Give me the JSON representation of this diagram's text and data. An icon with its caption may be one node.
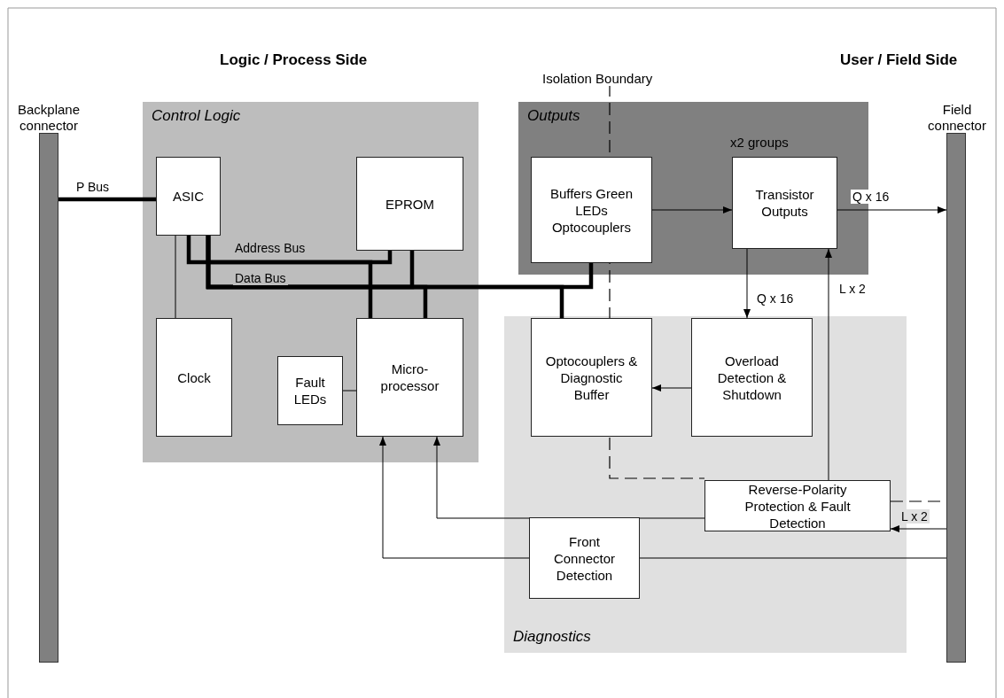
{
  "diagram": {
    "nodes": [
      {
        "text": [
          "Backplane connector"
        ]
      },
      {
        "text": [
          "Control Logic"
        ]
      },
      {
        "text": [
          "ASIC"
        ],
        "in": 1
      },
      {
        "text": [
          "EPROM"
        ],
        "in": 1
      },
      {
        "text": [
          "Clock"
        ],
        "in": 1
      },
      {
        "text": [
          "Fault LEDs"
        ],
        "in": 1
      },
      {
        "text": [
          "Micro-processor"
        ],
        "in": 1
      },
      {
        "text": [
          "Outputs"
        ]
      },
      {
        "text": [
          "Buffers Green LEDs Optocouplers"
        ],
        "in": 7
      },
      {
        "text": [
          "Transistor Outputs"
        ],
        "in": 7,
        "beside": [
          "x2 groups"
        ]
      },
      {
        "text": [
          "Diagnostics"
        ]
      },
      {
        "text": [
          "Optocouplers & Diagnostic Buffer"
        ],
        "in": 10
      },
      {
        "text": [
          "Overload Detection & Shutdown"
        ],
        "in": 10
      },
      {
        "text": [
          "Reverse-Polarity Protection & Fault Detection"
        ],
        "in": 10
      },
      {
        "text": [
          "Front Connector Detection"
        ],
        "in": 10
      },
      {
        "text": [
          "Field connector"
        ]
      }
    ],
    "edges": [
      {
        "from": 0,
        "to": 2,
        "arrow": "none",
        "label": "P Bus",
        "style": "thick"
      },
      {
        "from": 2,
        "to": 3,
        "arrow": "none",
        "label": "Address Bus",
        "style": "thick"
      },
      {
        "from": 2,
        "to": 6,
        "arrow": "none",
        "style": "thick"
      },
      {
        "from": 2,
        "to": 6,
        "arrow": "none",
        "label": "Data Bus",
        "style": "thick"
      },
      {
        "from": 2,
        "to": 3,
        "arrow": "none",
        "style": "thick"
      },
      {
        "from": 2,
        "to": 8,
        "arrow": "none",
        "style": "thick"
      },
      {
        "from": 2,
        "to": 11,
        "arrow": "none",
        "style": "thick"
      },
      {
        "from": 2,
        "to": 4,
        "arrow": "none"
      },
      {
        "from": 5,
        "to": 6,
        "arrow": "none"
      },
      {
        "from": 8,
        "to": 9,
        "arrow": "to"
      },
      {
        "from": 9,
        "to": 15,
        "arrow": "to",
        "label": "Q x 16"
      },
      {
        "from": 9,
        "to": 12,
        "arrow": "to",
        "label": "Q x 16"
      },
      {
        "from": 12,
        "to": 11,
        "arrow": "to"
      },
      {
        "from": 13,
        "to": 9,
        "arrow": "to",
        "label": "L x 2"
      },
      {
        "from": 15,
        "to": 13,
        "arrow": "to",
        "label": "L x 2"
      },
      {
        "from": 13,
        "to": 6,
        "arrow": "to"
      },
      {
        "from": 15,
        "to": 14,
        "arrow": "none"
      },
      {
        "from": 14,
        "to": 6,
        "arrow": "to"
      }
    ],
    "labels": [
      "Logic / Process Side",
      "Isolation Boundary",
      "User / Field Side"
    ]
  }
}
